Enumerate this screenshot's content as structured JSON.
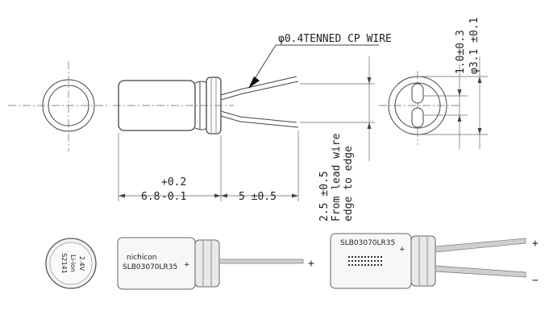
{
  "wire_note": "φ0.4TENNED CP WIRE",
  "length_dim": {
    "nominal": "6.8",
    "tol_plus": "+0.2",
    "tol_minus": "-0.1"
  },
  "lead_length_dim": "5 ±0.5",
  "pitch_dim": {
    "value": "2.5 ±0.5",
    "note_line1": "From lead wire",
    "note_line2": "edge to edge"
  },
  "right_dims": {
    "wire_offset": "1.0±0.3",
    "diameter": "φ3.1 ±0.1"
  },
  "marking_end": {
    "voltage": "2.4V",
    "chem": "Li-ion",
    "code": "S2141"
  },
  "marking_side": {
    "brand": "nichicon",
    "part": "SLB03070LR35",
    "plus": "+"
  },
  "marking_side_lead_plus": "+",
  "marking_photo": {
    "part": "SLB03070LR35",
    "plus": "+",
    "minus": "−"
  }
}
